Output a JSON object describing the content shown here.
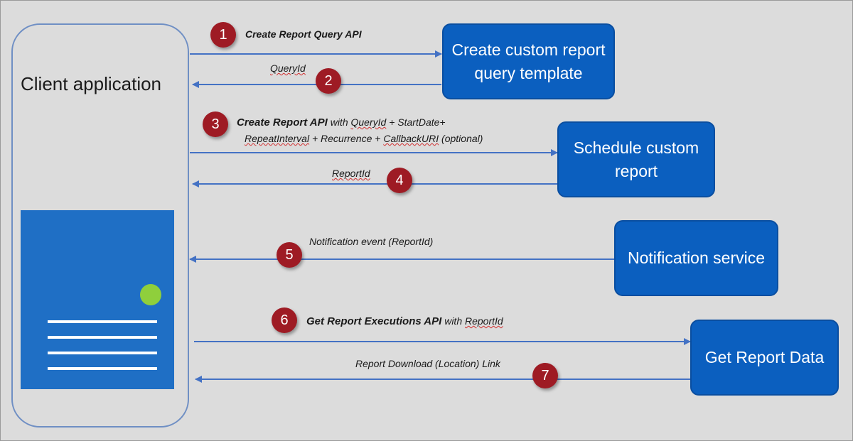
{
  "client": {
    "title": "Client application"
  },
  "services": {
    "query_template": "Create custom report query template",
    "schedule": "Schedule custom report",
    "notification": "Notification service",
    "get_data": "Get Report Data"
  },
  "steps": {
    "s1": {
      "number": "1",
      "bold": "Create Report Query API"
    },
    "s2": {
      "number": "2",
      "text": "QueryId"
    },
    "s3": {
      "number": "3",
      "bold": "Create Report API",
      "with": " with ",
      "query_id": "QueryId",
      "rest1": " + StartDate+",
      "repeat": "RepeatInterval",
      "rest2": " + Recurrence + ",
      "callback": "CallbackURI",
      "rest3": "  (optional)"
    },
    "s4": {
      "number": "4",
      "text": "ReportId"
    },
    "s5": {
      "number": "5",
      "text": "Notification event (ReportId)"
    },
    "s6": {
      "number": "6",
      "bold": "Get Report Executions API",
      "with": " with ",
      "report_id": "ReportId"
    },
    "s7": {
      "number": "7",
      "text": "Report Download (Location) Link"
    }
  },
  "colors": {
    "background": "#dcdcdc",
    "service_box": "#0b5fbf",
    "badge": "#9e1b24",
    "arrow": "#4472c4",
    "device": "#1f6fc5",
    "device_dot": "#8fcf3c"
  }
}
